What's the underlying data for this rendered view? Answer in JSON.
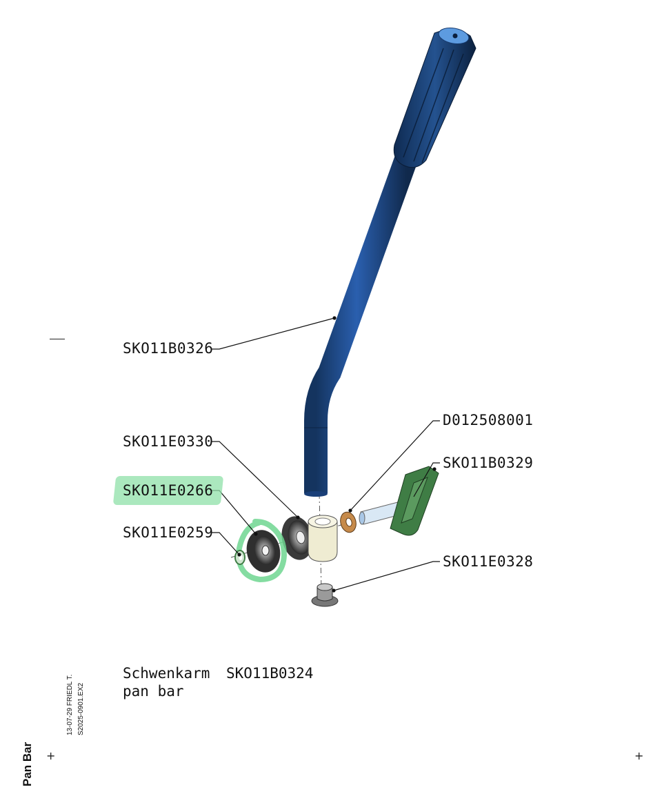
{
  "labels": {
    "handle_bar": "SKO11B0326",
    "d_part": "D012508001",
    "gear_a": "SKO11E0330",
    "clamp": "SKO11B0329",
    "gear_b": "SKO11E0266",
    "ring": "SKO11E0259",
    "bolt": "SKO11E0328"
  },
  "title": {
    "name_de": "Schwenkarm",
    "part_no": "SKO11B0324",
    "name_en": "pan bar"
  },
  "side": {
    "date_author": "13-07-29  FRIEDL  T.",
    "file": "S2025-0901.EX2",
    "page_label": "Pan Bar"
  },
  "colors": {
    "tube": "#1e4b8f",
    "grip": "#163a6e",
    "highlight": "#8fe0a8",
    "clamp": "#3f7d45",
    "housing": "#f1efd6",
    "washer": "#c68a4a"
  }
}
